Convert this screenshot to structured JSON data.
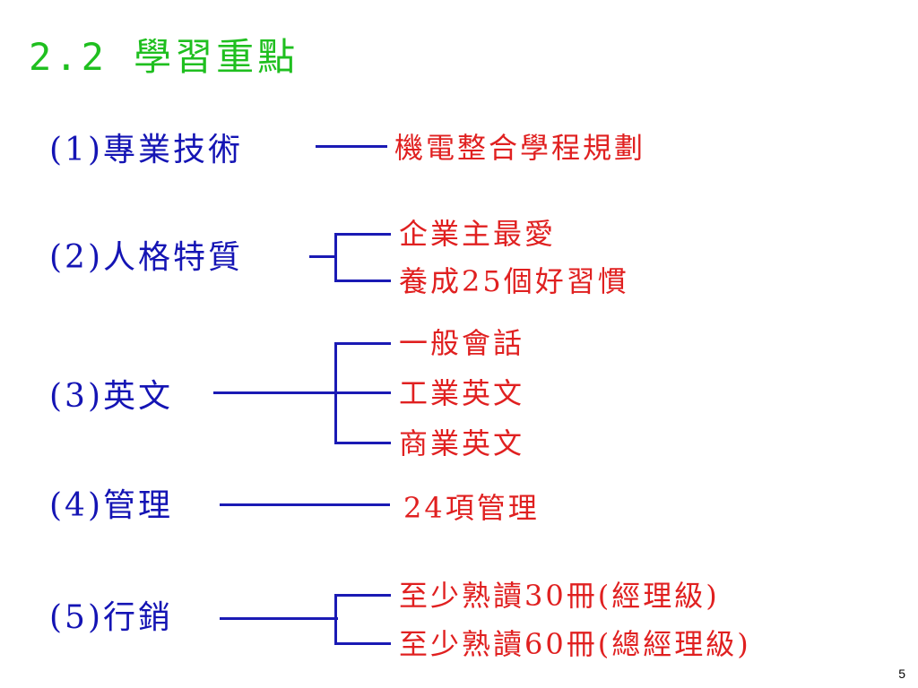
{
  "slide": {
    "title": "2.2 學習重點",
    "page_number": "5",
    "sections": [
      {
        "label": "(1)專業技術",
        "items": [
          "機電整合學程規劃"
        ]
      },
      {
        "label": "(2)人格特質",
        "items": [
          "企業主最愛",
          "養成25個好習慣"
        ]
      },
      {
        "label": "(3)英文",
        "items": [
          "一般會話",
          "工業英文",
          "商業英文"
        ]
      },
      {
        "label": "(4)管理",
        "items": [
          "24項管理"
        ]
      },
      {
        "label": "(5)行銷",
        "items": [
          "至少熟讀30冊(經理級)",
          "至少熟讀60冊(總經理級)"
        ]
      }
    ]
  },
  "colors": {
    "title": "#1fbf1f",
    "category": "#1414b4",
    "item": "#e02020",
    "connector": "#1a1ab4"
  }
}
